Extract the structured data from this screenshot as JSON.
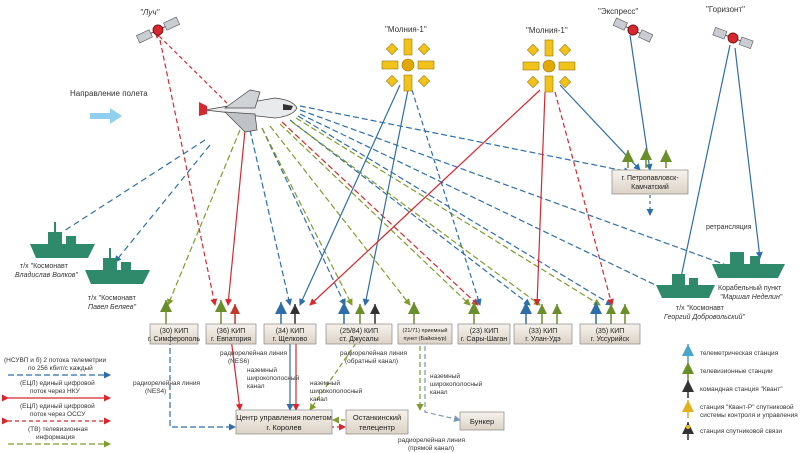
{
  "satellites": {
    "luch": "\"Луч\"",
    "molniya_a": "\"Молния-1\"",
    "molniya_b": "\"Молния-1\"",
    "express": "\"Экспресс\"",
    "horizont": "\"Горизонт\""
  },
  "flight_direction": "Направление полета",
  "ships": {
    "volkov_l1": "т/х \"Космонавт",
    "volkov_l2": "Владислав Волков\"",
    "belyaev_l1": "т/х \"Космонавт",
    "belyaev_l2": "Павел Беляев\"",
    "dobrovolsky_l1": "т/х \"Космонавт",
    "dobrovolsky_l2": "Георгий Добровольский\"",
    "nedelin_l1": "Корабельный пункт",
    "nedelin_l2": "\"Маршал Неделин\""
  },
  "retranslation": "ретрансляция",
  "stations": [
    {
      "l1": "(30) КИП",
      "l2": "г. Симферополь"
    },
    {
      "l1": "(36) КИП",
      "l2": "г. Евпатория"
    },
    {
      "l1": "(34) КИП",
      "l2": "г. Щелково"
    },
    {
      "l1": "(25/84) КИП",
      "l2": "ст. Джусалы"
    },
    {
      "l1": "(21/71) приемный",
      "l2": "пункт (Байконур)"
    },
    {
      "l1": "(23) КИП",
      "l2": "г. Сары-Шаган"
    },
    {
      "l1": "(33) КИП",
      "l2": "г. Улан-Удэ"
    },
    {
      "l1": "(35) КИП",
      "l2": "г. Уссурийск"
    }
  ],
  "kamchatka": {
    "l1": "г. Петропавловск-",
    "l2": "Камчатский"
  },
  "mcc": {
    "l1": "Центр управления полетом",
    "l2": "г. Королев"
  },
  "ostankino": {
    "l1": "Останкинский",
    "l2": "телецентр"
  },
  "bunker": "Бункер",
  "annotations": {
    "radio_nes6_l1": "радиорелейная линия",
    "radio_nes6_l2": "(NES6)",
    "radio_nes4_l1": "радиорелейная линия",
    "radio_nes4_l2": "(NES4)",
    "radio_back_l1": "радиорелейная линия",
    "radio_back_l2": "(обратный канал)",
    "radio_fwd_l1": "радиорелейная линия",
    "radio_fwd_l2": "(прямой канал)",
    "ground_l1": "наземный",
    "ground_l2": "широкополосный",
    "ground_l3": "канал"
  },
  "legend_lines": {
    "telemetry_l1": "(НСУВП и б) 2 потока телеметрии",
    "telemetry_l2": "по 256 кбит/с каждый",
    "up_l1": "(ЕЦЛ) единый цифровой",
    "up_l2": "поток через НКУ",
    "ocsu_l1": "(ЕЦЛ) единый цифровой",
    "ocsu_l2": "поток через ОССУ",
    "tv_l1": "(ТВ) телевизионная",
    "tv_l2": "информация"
  },
  "legend_icons": {
    "telemetry": "телеметрическая станция",
    "tv": "телевизионные станции",
    "kvant": "командная станция \"Квант\"",
    "kvantr_l1": "станция \"Квант-Р\" спутниковой",
    "kvantr_l2": "системы контроля и управления",
    "satcom": "станция спутниковой связи"
  },
  "colors": {
    "blue": "#2f6ea8",
    "red": "#d8272f",
    "green": "#7f9c2c",
    "gray": "#7d98b2",
    "box": "#ece6dc",
    "ship": "#2f8a6c",
    "sat_gold": "#f1c21a"
  }
}
